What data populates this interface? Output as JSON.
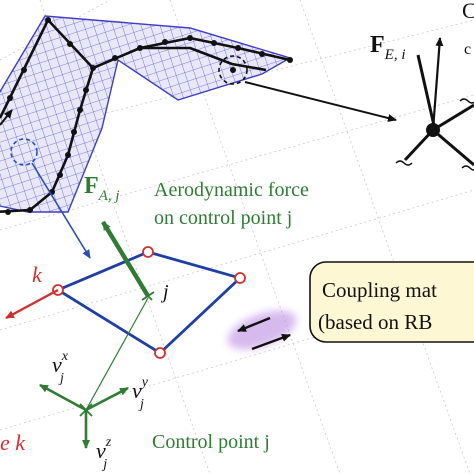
{
  "colors": {
    "wing_mesh": "#4a4ad8",
    "wing_fill": "#e6e6f8",
    "structure": "#111111",
    "panel": "#1f3fa8",
    "control_point": "#d32f2f",
    "aero": "#2e7d32",
    "node_force": "#111111",
    "red_force": "#d32f2f",
    "box_fill": "#fdf7d3",
    "box_glow": "#9b59d0"
  },
  "labels": {
    "top_right_letter": "C",
    "top_right_letter2": "c",
    "elastic_force_main": "F",
    "elastic_force_sub": "E, i",
    "aero_force_main": "F",
    "aero_force_sub": "A, j",
    "aero_caption_line1": "Aerodynamic force",
    "aero_caption_line2": "on control point j",
    "coupling_line1": "Coupling mat",
    "coupling_line2": "(based on RB",
    "panel_corner_k": "k",
    "panel_point_j": "j",
    "vx_main": "v",
    "vx_sup": "x",
    "vx_sub": "j",
    "vy_main": "v",
    "vy_sup": "y",
    "vy_sub": "j",
    "vz_main": "v",
    "vz_sup": "z",
    "vz_sub": "j",
    "bottom_left_fragment": "e k",
    "control_point_caption": "Control point j"
  }
}
